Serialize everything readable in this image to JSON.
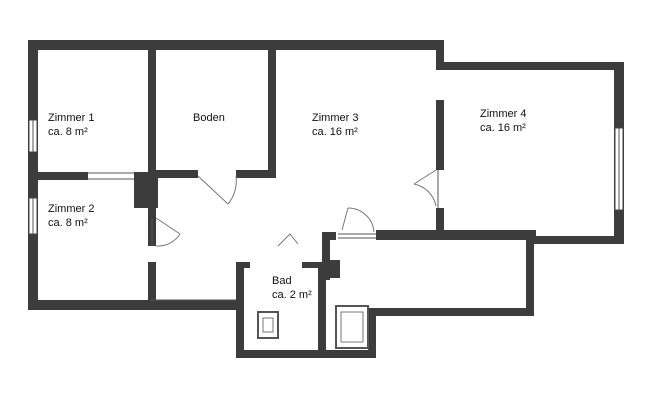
{
  "rooms": [
    {
      "id": "zimmer1",
      "name": "Zimmer 1",
      "area": "ca. 8 m²"
    },
    {
      "id": "boden",
      "name": "Boden",
      "area": ""
    },
    {
      "id": "zimmer3",
      "name": "Zimmer 3",
      "area": "ca. 16 m²"
    },
    {
      "id": "zimmer4",
      "name": "Zimmer 4",
      "area": "ca. 16 m²"
    },
    {
      "id": "zimmer2",
      "name": "Zimmer 2",
      "area": "ca. 8 m²"
    },
    {
      "id": "bad",
      "name": "Bad",
      "area": "ca. 2 m²"
    }
  ],
  "colors": {
    "wall": "#3c3c3c",
    "background": "#ffffff",
    "text": "#111111"
  }
}
